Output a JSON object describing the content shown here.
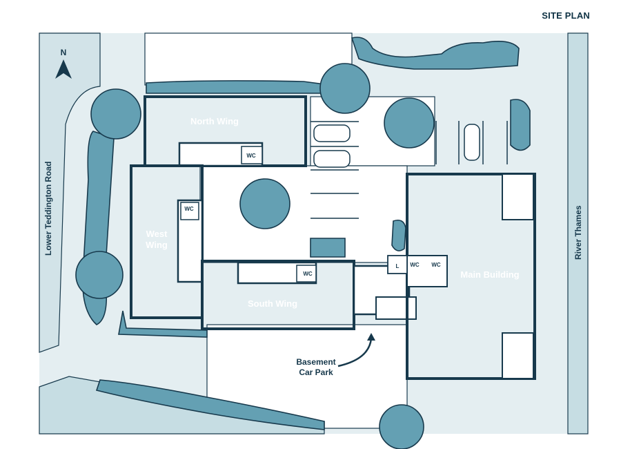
{
  "title": "SITE PLAN",
  "north": "N",
  "roads": {
    "left": "Lower Teddington Road",
    "right": "River Thames"
  },
  "buildings": {
    "north_wing": "North Wing",
    "west_wing_line1": "West",
    "west_wing_line2": "Wing",
    "south_wing": "South Wing",
    "main_building": "Main Building"
  },
  "car_park": {
    "line1": "Basement",
    "line2": "Car Park"
  },
  "rooms": {
    "wc_north": "WC",
    "wc_west": "WC",
    "wc_south": "WC",
    "wc_main_1": "WC",
    "wc_main_2": "WC",
    "lift": "L"
  },
  "colors": {
    "dark": "#17394c",
    "wing_fill": "#6fa7b6",
    "south_fill": "#4f8797",
    "main_fill": "#8fb9c5",
    "ground": "#e4eef1",
    "tree": "#64a0b3"
  }
}
